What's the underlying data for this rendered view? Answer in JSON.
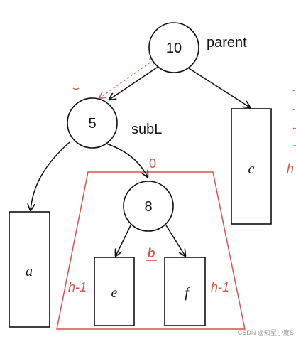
{
  "nodes": {
    "parent_value": "10",
    "subl_value": "5",
    "child_value": "8"
  },
  "labels": {
    "parent": "parent",
    "subl": "subL"
  },
  "subtrees": {
    "a": "a",
    "c": "c",
    "e": "e",
    "f": "f"
  },
  "annotations": {
    "balance_top": "0",
    "b_label": "b",
    "h_minus_1_left": "h-1",
    "h_minus_1_right": "h-1",
    "h_right_edge": "h"
  },
  "watermark": "CSDN @知星小度S",
  "colors": {
    "black": "#111111",
    "red": "#d9534f",
    "red_dotted": "#e06666"
  }
}
